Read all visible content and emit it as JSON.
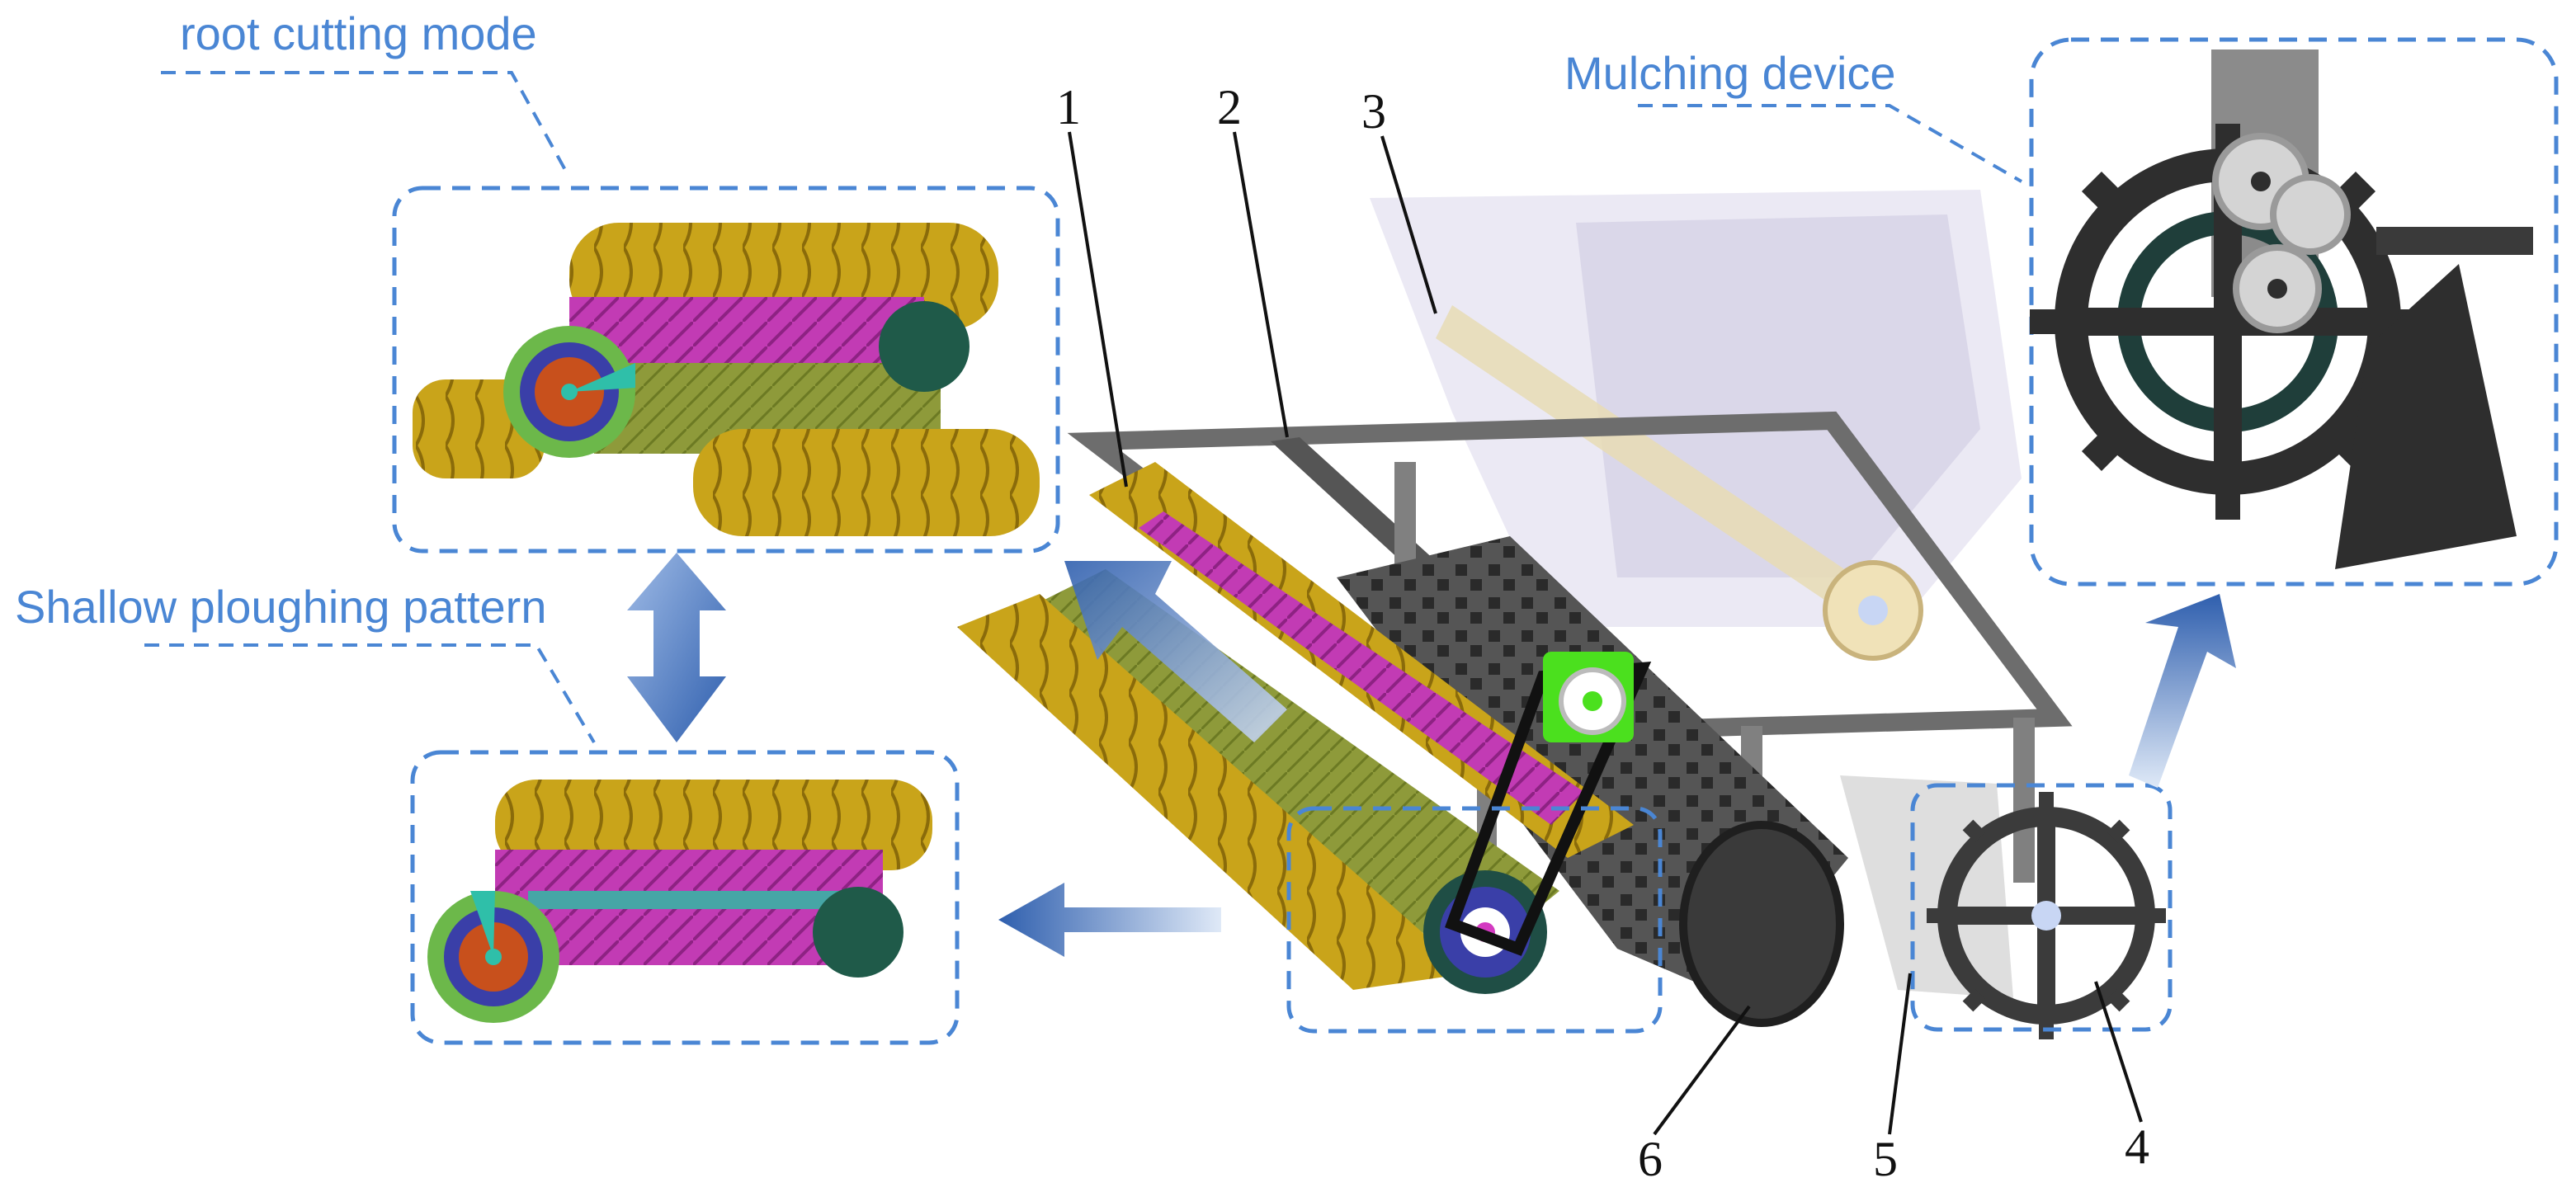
{
  "labels": {
    "root_cutting_mode": "root cutting mode",
    "shallow_ploughing_pattern": "Shallow ploughing pattern",
    "mulching_device": "Mulching device"
  },
  "callouts": [
    "1",
    "2",
    "3",
    "4",
    "5",
    "6"
  ],
  "colors": {
    "label_blue": "#4a86d4",
    "blade_gold": "#c9a41a",
    "rotor_magenta": "#c23bb4",
    "rotor_olive": "#8e9a3a",
    "frame_gray": "#7a7a7a",
    "wheel_dark": "#333333",
    "green_housing": "#4be01e",
    "arrow_blue": "#3f6fb8"
  }
}
